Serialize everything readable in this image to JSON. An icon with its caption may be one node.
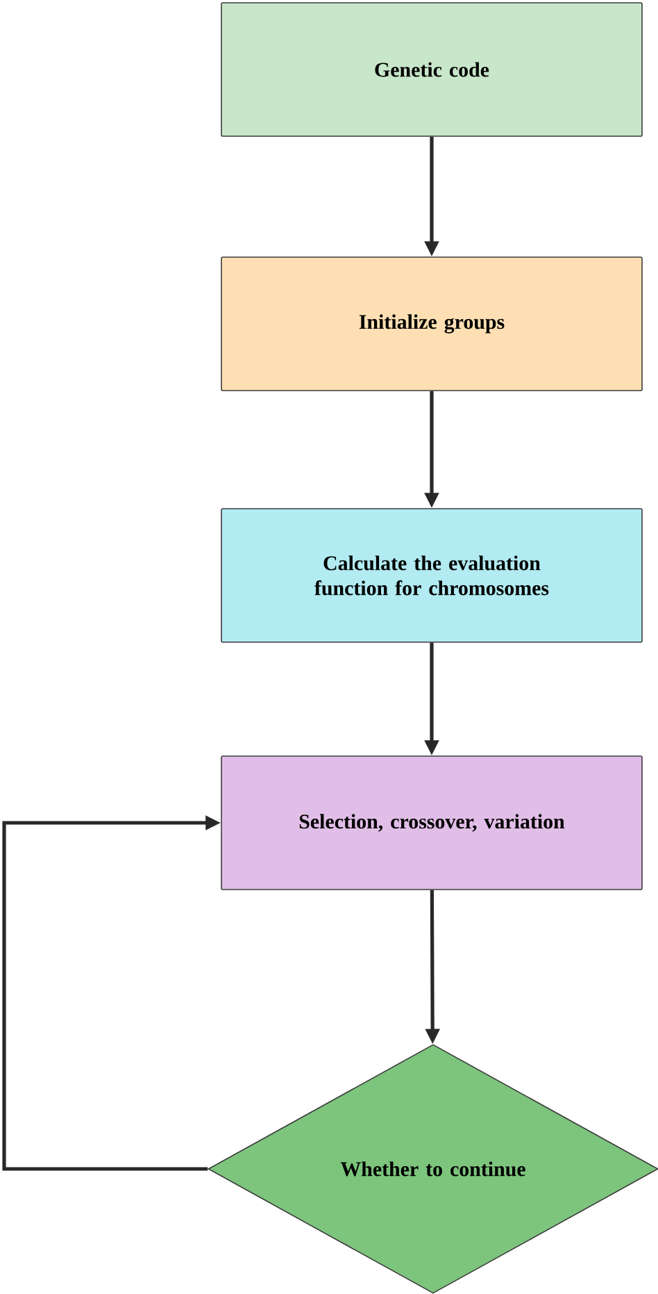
{
  "diagram": {
    "nodes": [
      {
        "text": [
          "Genetic code"
        ]
      },
      {
        "text": [
          "Initialize groups"
        ]
      },
      {
        "text": [
          "Calculate the evaluation function for chromosomes"
        ]
      },
      {
        "text": [
          "Selection, crossover, variation"
        ]
      },
      {
        "text": [
          "Whether to continue"
        ]
      }
    ],
    "edges": [
      {
        "from": 0,
        "to": 1,
        "arrow": "to"
      },
      {
        "from": 1,
        "to": 2,
        "arrow": "to"
      },
      {
        "from": 2,
        "to": 3,
        "arrow": "to"
      },
      {
        "from": 3,
        "to": 4,
        "arrow": "to"
      },
      {
        "from": 4,
        "to": 3,
        "arrow": "to"
      }
    ]
  }
}
